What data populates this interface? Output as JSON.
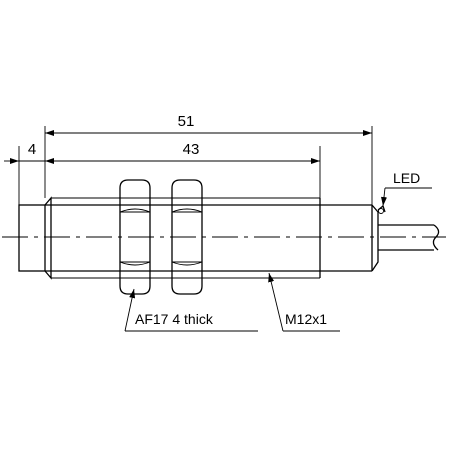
{
  "dimensions": {
    "overall_length": "51",
    "thread_length": "43",
    "front_offset": "4"
  },
  "labels": {
    "led": "LED",
    "nut": "AF17  4 thick",
    "thread": "M12x1"
  }
}
